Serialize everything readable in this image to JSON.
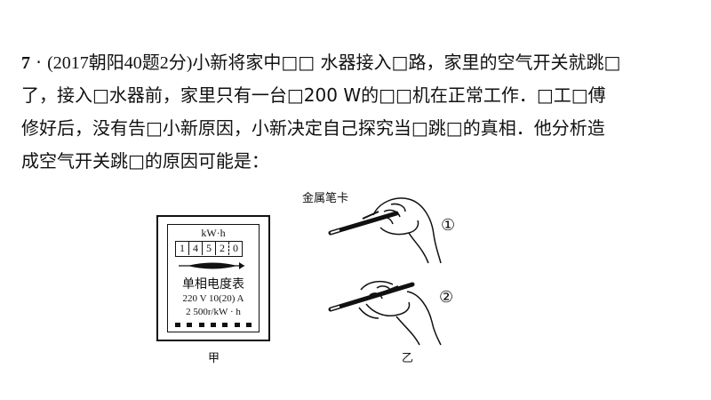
{
  "question": {
    "number": "7",
    "separator": " · ",
    "source": "(2017朝阳40题2分)",
    "line1_text": "小新将家中□□ 水器接入□路，家里的空气开关就跳□",
    "line2": "了，接入□水器前，家里只有一台□200    W的□□机在正常工作．□工□傅",
    "line3": "修好后，没有告□小新原因，小新决定自己探究当□跳□的真相．他分析造",
    "line4": "成空气开关跳□的原因可能是："
  },
  "figure_a": {
    "unit": "kW·h",
    "digits": [
      "1",
      "4",
      "5",
      "2",
      "0"
    ],
    "name": "单相电度表",
    "spec1": "220 V 10(20) A",
    "spec2": "2 500r/kW · h",
    "label": "甲"
  },
  "figure_b": {
    "pen_label": "金属笔卡",
    "mark1": "①",
    "mark2": "②",
    "label": "乙"
  }
}
